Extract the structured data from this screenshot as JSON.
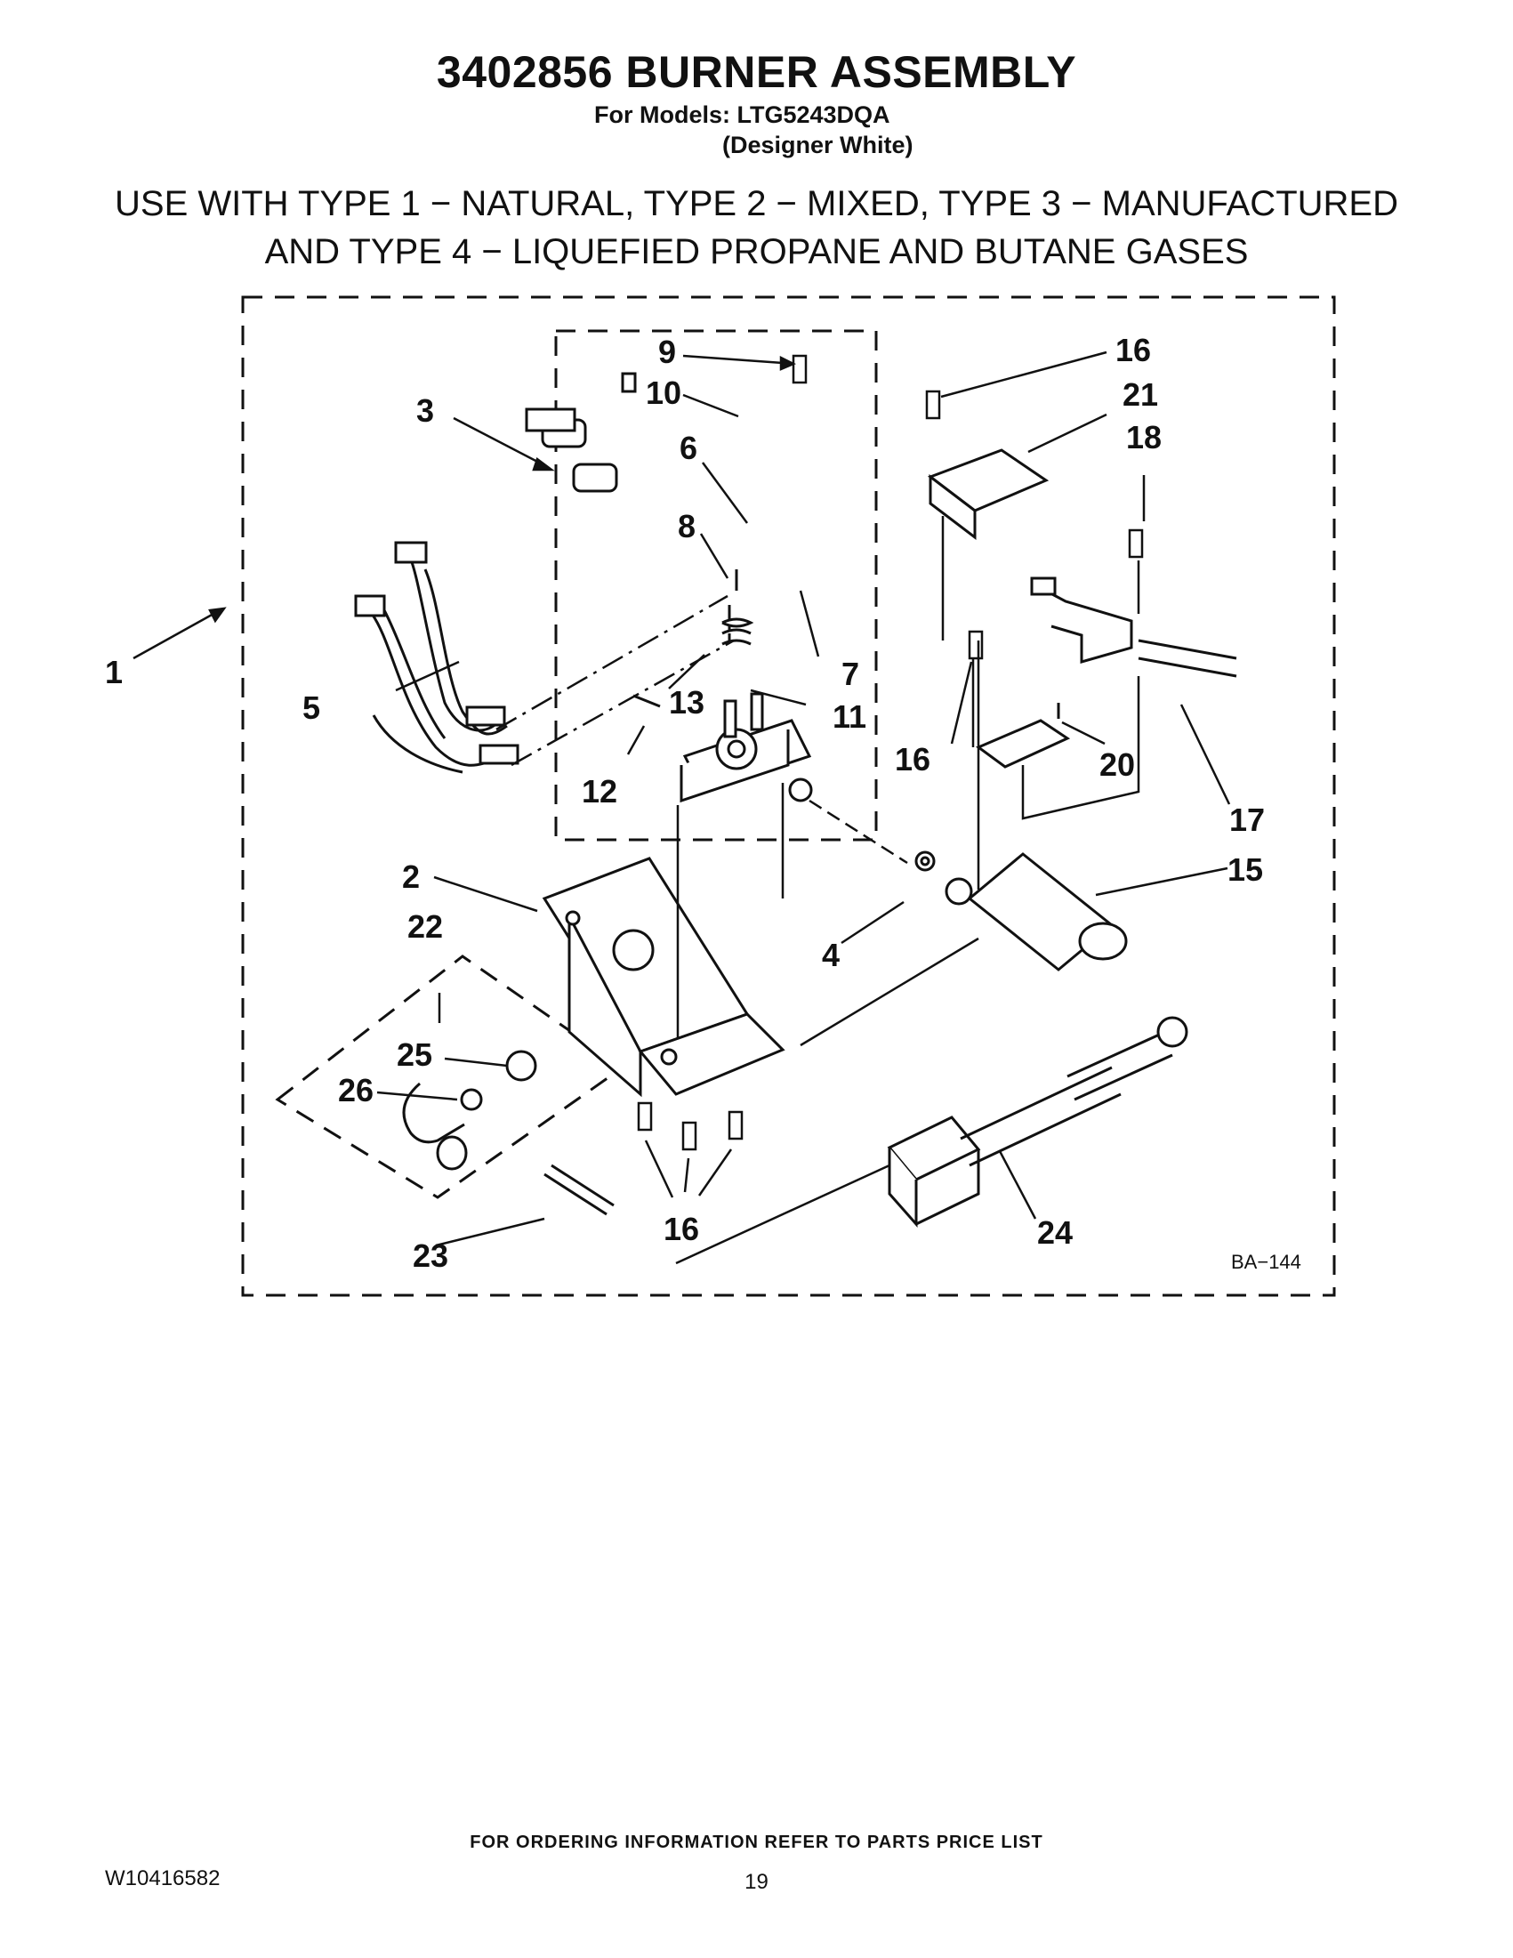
{
  "header": {
    "title": "3402856 BURNER ASSEMBLY",
    "models_line1": "For Models: LTG5243DQA",
    "models_line2": "(Designer White)",
    "gas_line1": "USE WITH TYPE 1 − NATURAL, TYPE 2 − MIXED, TYPE 3 − MANUFACTURED",
    "gas_line2": "AND TYPE 4 − LIQUEFIED PROPANE AND BUTANE GASES"
  },
  "diagram": {
    "callouts": [
      "1",
      "2",
      "3",
      "4",
      "5",
      "6",
      "7",
      "8",
      "9",
      "10",
      "11",
      "12",
      "13",
      "15",
      "16",
      "16",
      "16",
      "16",
      "17",
      "18",
      "20",
      "21",
      "22",
      "23",
      "24",
      "25",
      "26"
    ],
    "drawing_code": "BA−144"
  },
  "footer": {
    "ordering": "FOR ORDERING INFORMATION REFER TO PARTS PRICE LIST",
    "doc_number": "W10416582",
    "page": "19"
  }
}
